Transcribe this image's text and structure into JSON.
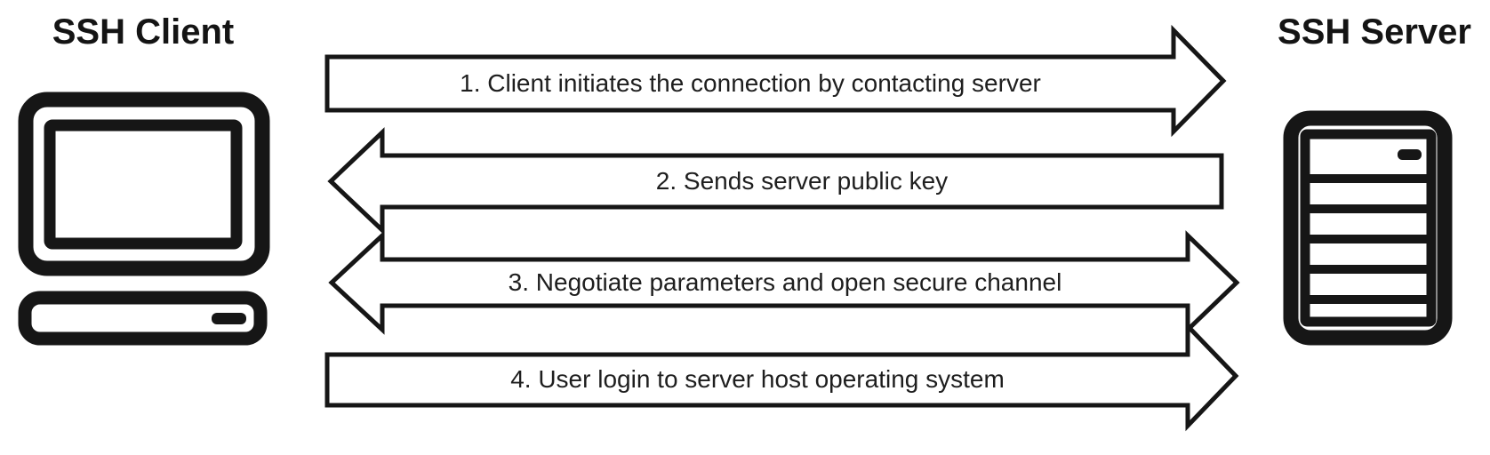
{
  "client": {
    "label": "SSH Client"
  },
  "server": {
    "label": "SSH Server"
  },
  "steps": [
    {
      "label": "1. Client initiates the connection by contacting server",
      "direction": "client-to-server"
    },
    {
      "label": "2. Sends server public key",
      "direction": "server-to-client"
    },
    {
      "label": "3. Negotiate parameters and open secure channel",
      "direction": "bidirectional"
    },
    {
      "label": "4. User login to server host operating system",
      "direction": "client-to-server"
    }
  ],
  "colors": {
    "outline": "#161616",
    "text": "#1e1e1e",
    "background": "#ffffff"
  }
}
